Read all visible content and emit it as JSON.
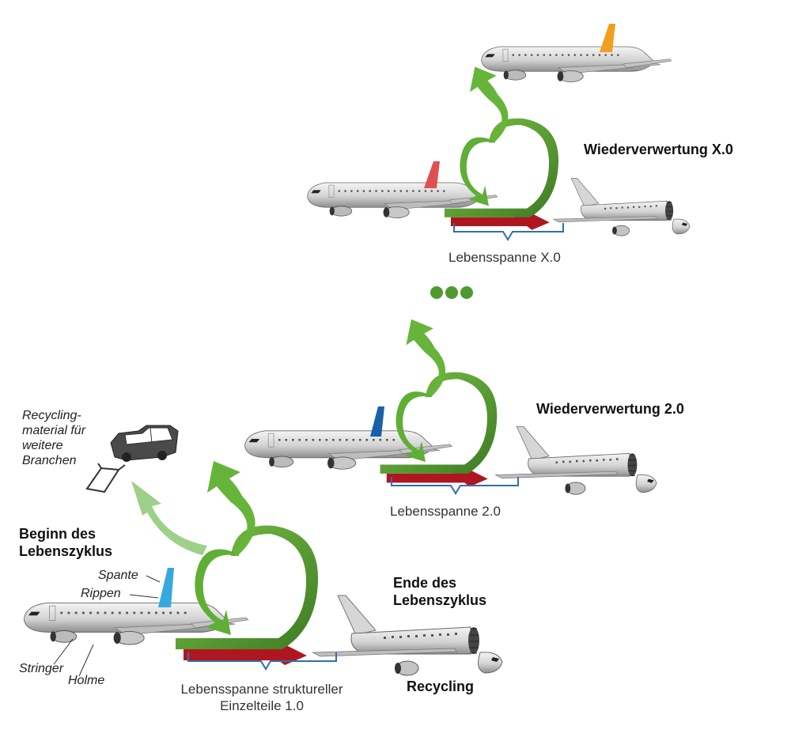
{
  "colors": {
    "loop_dark": "#3f7d26",
    "loop_light": "#6fb43f",
    "arrow_red": "#b0161f",
    "bracket": "#2f6fb3",
    "dots": "#4e9a2e",
    "tail_cyan": "#35a9de",
    "tail_blue": "#1a5fa8",
    "tail_red": "#e05050",
    "tail_orange": "#f0a020",
    "branch_arrow": "#8cc873"
  },
  "labels": {
    "beginning": [
      "Beginn des",
      "Lebenszyklus"
    ],
    "end": [
      "Ende des",
      "Lebenszyklus"
    ],
    "recycling": "Recycling",
    "reuse2": "Wiederverwertung 2.0",
    "reuseX": "Wiederverwertung X.0",
    "span1": [
      "Lebensspanne struktureller",
      "Einzelteile 1.0"
    ],
    "span2": "Lebensspanne 2.0",
    "spanX": "Lebensspanne X.0",
    "other": [
      "Recycling-",
      "material für",
      "weitere",
      "Branchen"
    ],
    "parts": {
      "spante": "Spante",
      "rippen": "Rippen",
      "stringer": "Stringer",
      "holme": "Holme"
    }
  },
  "icons": [
    "airplane-icon",
    "disassembled-airplane-icon",
    "car-body-icon",
    "bicycle-frame-icon",
    "ellipsis-dots-icon"
  ]
}
